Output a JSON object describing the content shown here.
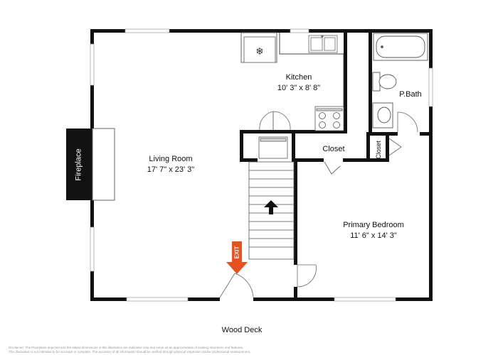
{
  "rooms": {
    "living": {
      "name": "Living Room",
      "dims": "17' 7\" x 23' 3\""
    },
    "kitchen": {
      "name": "Kitchen",
      "dims": "10' 3\" x 8' 8\""
    },
    "bath": {
      "name": "P.Bath"
    },
    "closet": {
      "name": "Closet"
    },
    "closet_small": {
      "name": "Closet"
    },
    "bedroom": {
      "name": "Primary Bedroom",
      "dims": "11' 6\" x 14' 3\""
    }
  },
  "fireplace_label": "Fireplace",
  "exit_label": "EXIT",
  "deck_label": "Wood Deck",
  "disclaimer": {
    "line1": "Disclaimer: The Floorplans depicted and the stated dimensions in this illustration are indicative only and serve as an approximation of existing structures and features.",
    "line2": "This illustration is not intended to be accurate or complete. The accuracy of all information should be verified through physical inspection and/or professional measurement."
  },
  "colors": {
    "wall": "#111111",
    "window": "#bbbbbb",
    "exit": "#e8501e",
    "fireplace": "#111111"
  },
  "icons": [
    "stair-arrow-icon",
    "snowflake-icon",
    "sink-icon",
    "stove-icon",
    "toilet-icon",
    "bathtub-icon",
    "door-swing-icon"
  ]
}
